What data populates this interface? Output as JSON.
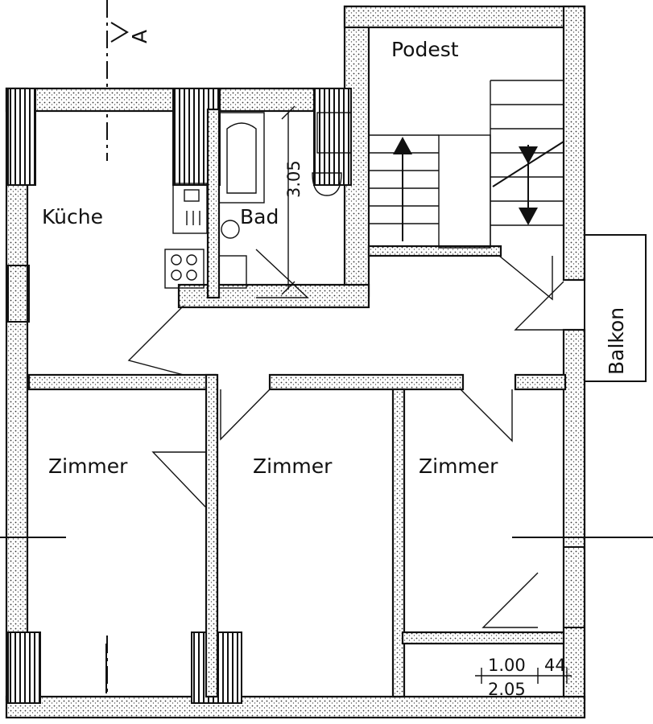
{
  "rooms": {
    "podest": "Podest",
    "kueche": "Küche",
    "bad": "Bad",
    "zimmer_left": "Zimmer",
    "zimmer_middle": "Zimmer",
    "zimmer_right": "Zimmer",
    "balkon": "Balkon"
  },
  "dimensions": {
    "bath_width": "3.05",
    "window_width": "1.00",
    "wall_offset": "44",
    "total_width": "2.05"
  },
  "section_marker": "A"
}
